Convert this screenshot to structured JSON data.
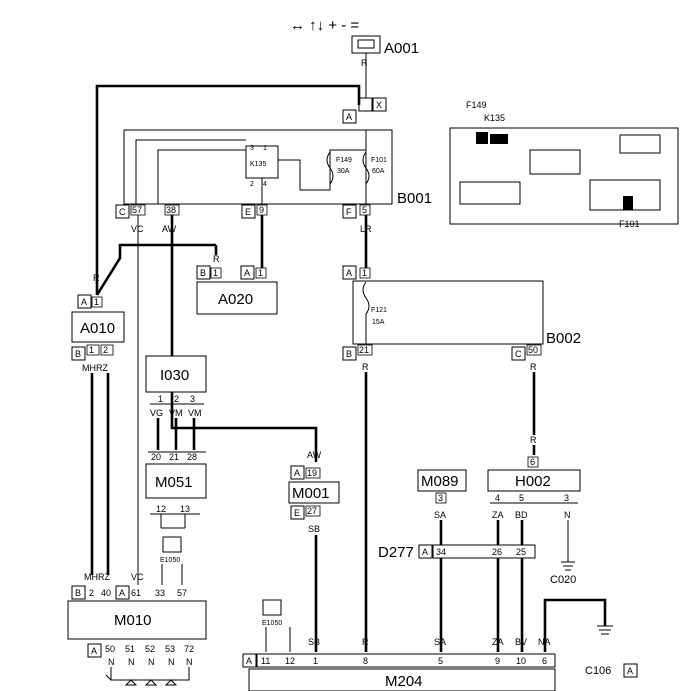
{
  "header": {
    "symbols": "↔ ↑↓ + - ="
  },
  "components": {
    "A001": "A001",
    "B001": "B001",
    "A020": "A020",
    "A010": "A010",
    "B002": "B002",
    "I030": "I030",
    "M051": "M051",
    "M001": "M001",
    "M089": "M089",
    "H002": "H002",
    "D277": "D277",
    "C020": "C020",
    "E1050": "E1050",
    "M010": "M010",
    "M204": "M204",
    "C106": "C106"
  },
  "fuses": {
    "f149_label": "F149",
    "f149_rating": "30A",
    "f101_label": "F101",
    "f101_rating": "60A",
    "f121_label": "F121",
    "f121_rating": "15A",
    "k135_label": "K135"
  },
  "connectors": {
    "A": "A",
    "B": "B",
    "C": "C",
    "E": "E",
    "F": "F",
    "X": "X"
  },
  "pins": {
    "p1": "1",
    "p2": "2",
    "p3": "3",
    "p4": "4",
    "p5": "5",
    "p6": "6",
    "p8": "8",
    "p9": "9",
    "p10": "10",
    "p11": "11",
    "p12": "12",
    "p13": "13",
    "p19": "19",
    "p20": "20",
    "p21": "21",
    "p25": "25",
    "p26": "26",
    "p27": "27",
    "p28": "28",
    "p33": "33",
    "p34": "34",
    "p38": "38",
    "p40": "40",
    "p50": "50",
    "p51": "51",
    "p52": "52",
    "p53": "53",
    "p57": "57",
    "p61": "61",
    "p72": "72"
  },
  "wires": {
    "R": "R",
    "VC": "VC",
    "AW": "AW",
    "LR": "LR",
    "MHRZ": "MHRZ",
    "VG": "VG",
    "VM": "VM",
    "SB": "SB",
    "SA": "SA",
    "ZA": "ZA",
    "BD": "BD",
    "BV": "BV",
    "N": "N",
    "NA": "NA"
  },
  "colors": {
    "line": "#000000",
    "background": "#ffffff"
  }
}
